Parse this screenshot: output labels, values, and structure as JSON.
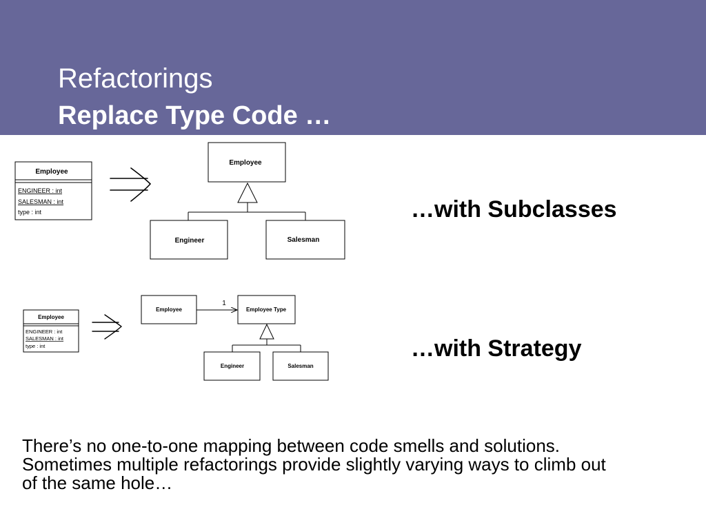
{
  "slide": {
    "title_line1": "Refactorings",
    "title_line2": "Replace Type Code …",
    "caption_subclasses": "…with Subclasses",
    "caption_strategy": "…with Strategy",
    "body_line1": "There’s no one-to-one mapping between code smells and solutions.",
    "body_line2": "Sometimes multiple refactorings provide slightly varying ways to climb out",
    "body_line3": "of the same hole…"
  },
  "diagram1": {
    "before": {
      "class_name": "Employee",
      "attr1": "ENGINEER : int",
      "attr2": "SALESMAN : int",
      "attr3": "type : int"
    },
    "after": {
      "parent": "Employee",
      "child1": "Engineer",
      "child2": "Salesman"
    }
  },
  "diagram2": {
    "before": {
      "class_name": "Employee",
      "attr1": "ENGINEER : int",
      "attr2": "SALESMAN : int",
      "attr3": "type : int"
    },
    "after": {
      "context": "Employee",
      "multiplicity": "1",
      "strategy": "Employee Type",
      "child1": "Engineer",
      "child2": "Salesman"
    }
  },
  "colors": {
    "header_bg": "#676799",
    "title_text": "#ffffff"
  }
}
